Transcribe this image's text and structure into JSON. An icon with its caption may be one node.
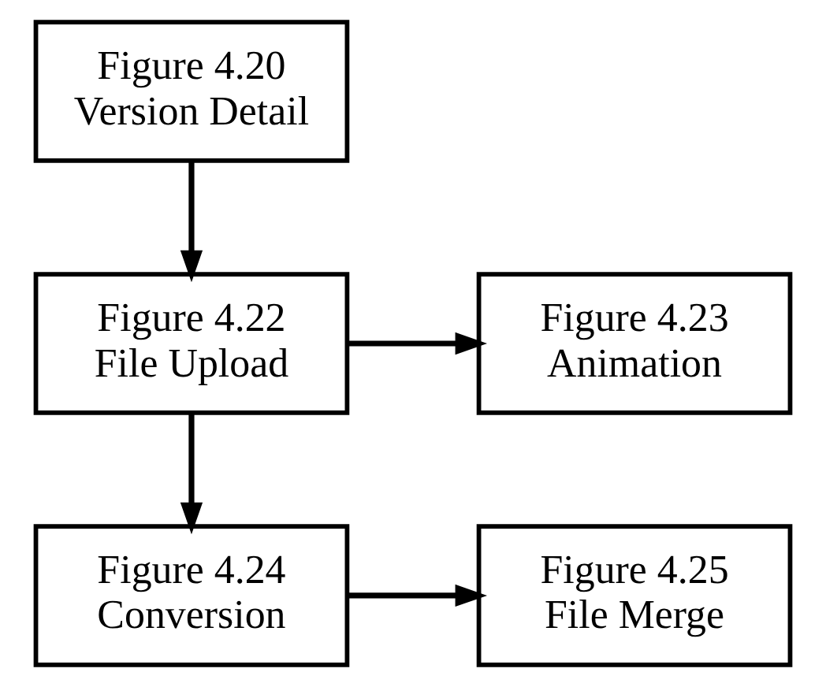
{
  "diagram": {
    "nodes": [
      {
        "text": [
          "Figure 4.20 Version Detail"
        ]
      },
      {
        "text": [
          "Figure 4.22 File Upload"
        ]
      },
      {
        "text": [
          "Figure 4.23 Animation"
        ]
      },
      {
        "text": [
          "Figure 4.24 Conversion"
        ]
      },
      {
        "text": [
          "Figure 4.25 File Merge"
        ]
      }
    ],
    "edges": [
      {
        "from": 0,
        "to": 1,
        "arrow": "to"
      },
      {
        "from": 1,
        "to": 2,
        "arrow": "to"
      },
      {
        "from": 1,
        "to": 3,
        "arrow": "to"
      },
      {
        "from": 3,
        "to": 4,
        "arrow": "to"
      }
    ]
  }
}
